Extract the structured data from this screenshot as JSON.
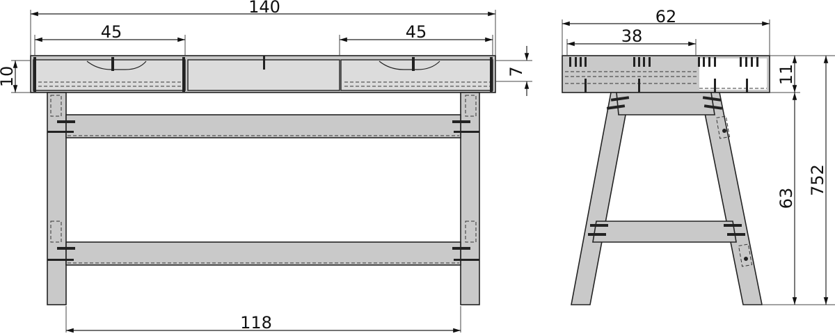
{
  "title": "Desk technical drawing",
  "front_view": {
    "overall_width": "140",
    "left_drawer_width": "45",
    "right_drawer_width": "45",
    "top_height": "10",
    "drawer_height": "7",
    "leg_span": "118"
  },
  "side_view": {
    "overall_depth": "62",
    "drawer_depth": "38",
    "top_height": "11",
    "leg_height": "63",
    "overall_height": "752"
  },
  "colors": {
    "line": "#222222",
    "fill": "#c9c9c9"
  }
}
